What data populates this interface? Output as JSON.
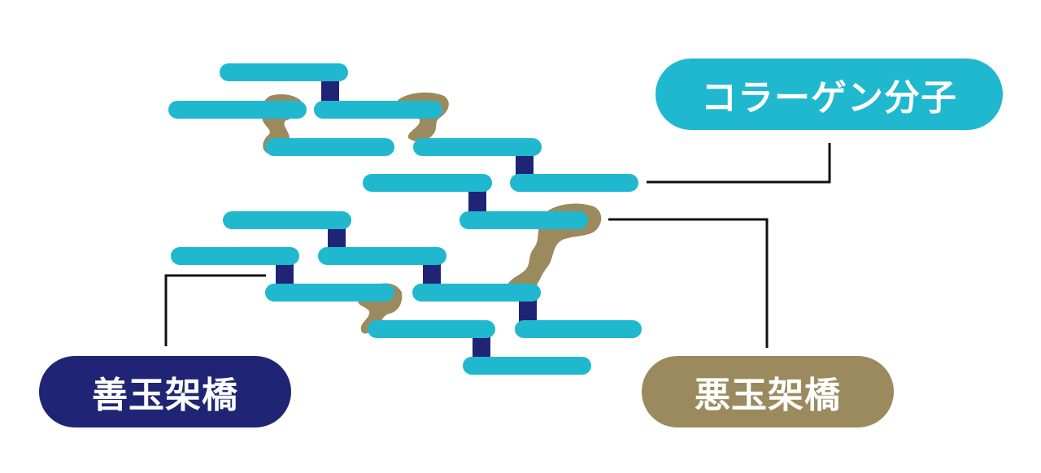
{
  "labels": {
    "collagen": "コラーゲン分子",
    "good_crosslink": "善玉架橋",
    "bad_crosslink": "悪玉架橋"
  },
  "colors": {
    "collagen_fiber": "#1FB8CF",
    "good_crosslink": "#1F2574",
    "bad_crosslink": "#9B8A5E",
    "leader_line": "#111111",
    "label_text": "#FFFFFF"
  }
}
